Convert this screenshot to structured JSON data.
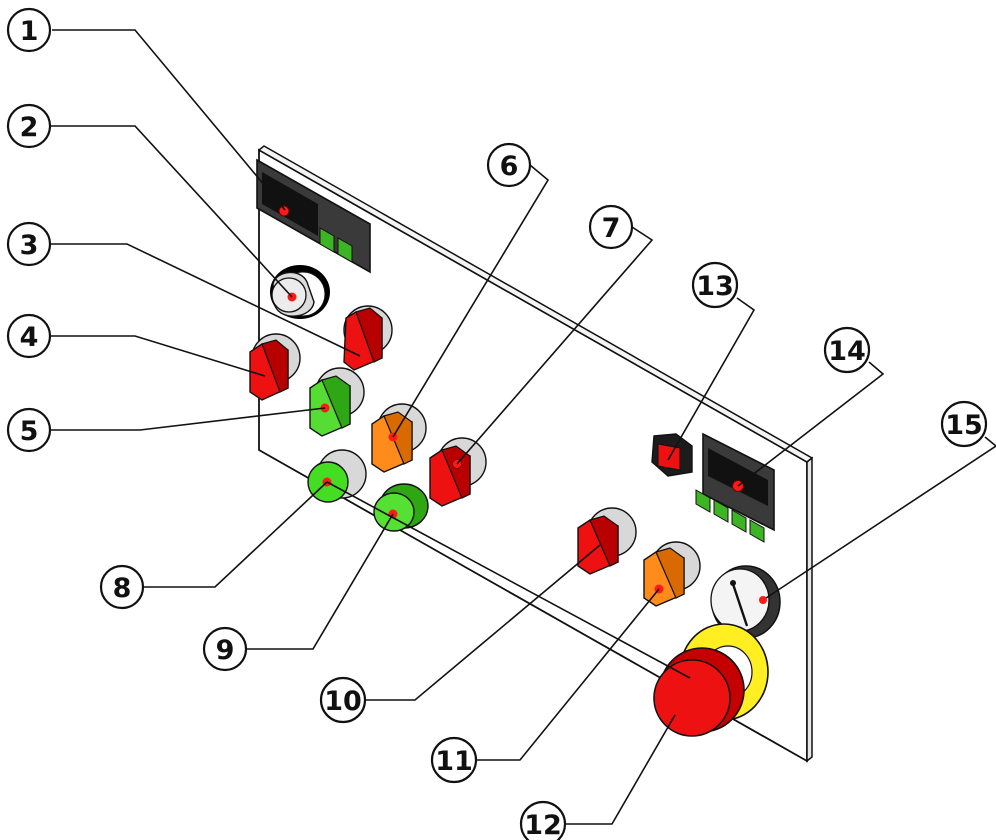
{
  "diagram": {
    "callouts": [
      {
        "id": 1,
        "label": "1"
      },
      {
        "id": 2,
        "label": "2"
      },
      {
        "id": 3,
        "label": "3"
      },
      {
        "id": 4,
        "label": "4"
      },
      {
        "id": 5,
        "label": "5"
      },
      {
        "id": 6,
        "label": "6"
      },
      {
        "id": 7,
        "label": "7"
      },
      {
        "id": 8,
        "label": "8"
      },
      {
        "id": 9,
        "label": "9"
      },
      {
        "id": 10,
        "label": "10"
      },
      {
        "id": 11,
        "label": "11"
      },
      {
        "id": 12,
        "label": "12"
      },
      {
        "id": 13,
        "label": "13"
      },
      {
        "id": 14,
        "label": "14"
      },
      {
        "id": 15,
        "label": "15"
      }
    ],
    "components": [
      {
        "id": 1,
        "kind": "display-module",
        "color": "#222222"
      },
      {
        "id": 2,
        "kind": "rotary-knob",
        "color": "#dcdcdc"
      },
      {
        "id": 3,
        "kind": "selector-switch",
        "color": "#ee1111"
      },
      {
        "id": 4,
        "kind": "selector-switch",
        "color": "#ee1111"
      },
      {
        "id": 5,
        "kind": "selector-switch",
        "color": "#44dd22"
      },
      {
        "id": 6,
        "kind": "selector-switch",
        "color": "#ff8c1a"
      },
      {
        "id": 7,
        "kind": "selector-switch",
        "color": "#ee1111"
      },
      {
        "id": 8,
        "kind": "push-button",
        "color": "#44dd22"
      },
      {
        "id": 9,
        "kind": "push-button",
        "color": "#44dd22"
      },
      {
        "id": 10,
        "kind": "selector-switch",
        "color": "#ee1111"
      },
      {
        "id": 11,
        "kind": "selector-switch",
        "color": "#ff8c1a"
      },
      {
        "id": 12,
        "kind": "emergency-stop-button",
        "color": "#ee1111",
        "ring_color": "#ffee22"
      },
      {
        "id": 13,
        "kind": "indicator-lamp",
        "color": "#ee1111"
      },
      {
        "id": 14,
        "kind": "display-module",
        "color": "#222222"
      },
      {
        "id": 15,
        "kind": "analog-gauge",
        "color": "#f2f2f2"
      }
    ],
    "colors": {
      "panel": "#ffffff",
      "outline": "#111111",
      "red": "#ee1111",
      "green": "#44dd22",
      "orange": "#ff8c1a",
      "yellow": "#ffee22",
      "marker": "#ff1a1a",
      "grey": "#d8d8d8"
    }
  }
}
